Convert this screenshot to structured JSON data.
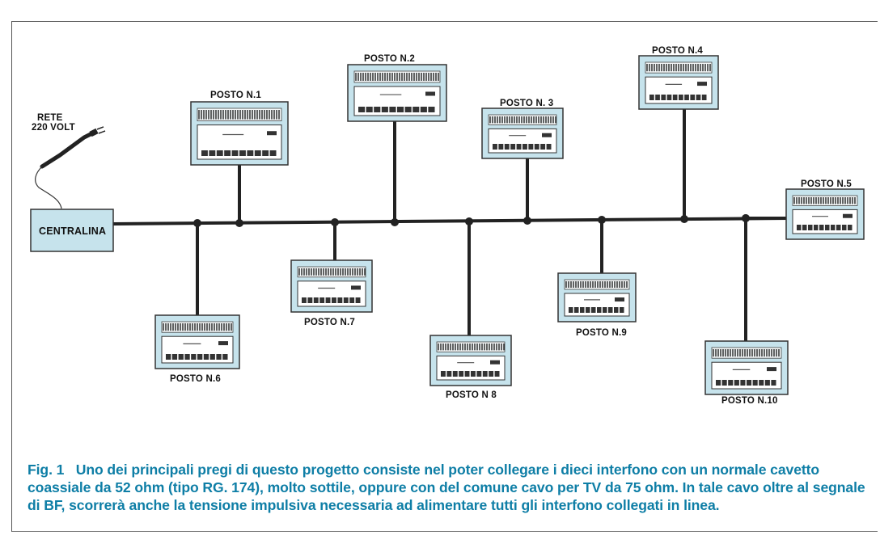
{
  "diagram": {
    "power_label_line1": "RETE",
    "power_label_line2": "220 VOLT",
    "central_unit_label": "CENTRALINA",
    "stations": [
      {
        "id": "1",
        "label": "POSTO N.1"
      },
      {
        "id": "2",
        "label": "POSTO N.2"
      },
      {
        "id": "3",
        "label": "POSTO N. 3"
      },
      {
        "id": "4",
        "label": "POSTO N.4"
      },
      {
        "id": "5",
        "label": "POSTO N.5"
      },
      {
        "id": "6",
        "label": "POSTO N.6"
      },
      {
        "id": "7",
        "label": "POSTO N.7"
      },
      {
        "id": "8",
        "label": "POSTO N 8"
      },
      {
        "id": "9",
        "label": "POSTO N.9"
      },
      {
        "id": "10",
        "label": "POSTO N.10"
      }
    ],
    "colors": {
      "line": "#222222",
      "panel_fill": "#c6e3ec",
      "panel_border": "#333333",
      "caption": "#0e7ea6"
    }
  },
  "caption": {
    "fig": "Fig. 1",
    "text": "Uno dei principali pregi di questo progetto consiste nel poter collegare i dieci interfono con un normale cavetto coassiale da 52 ohm (tipo RG. 174), molto sottile, oppure con del comune cavo per TV da 75 ohm. In tale cavo oltre al segnale di BF, scorrerà anche la tensione impulsiva necessaria ad alimentare tutti gli interfono collegati in linea."
  }
}
